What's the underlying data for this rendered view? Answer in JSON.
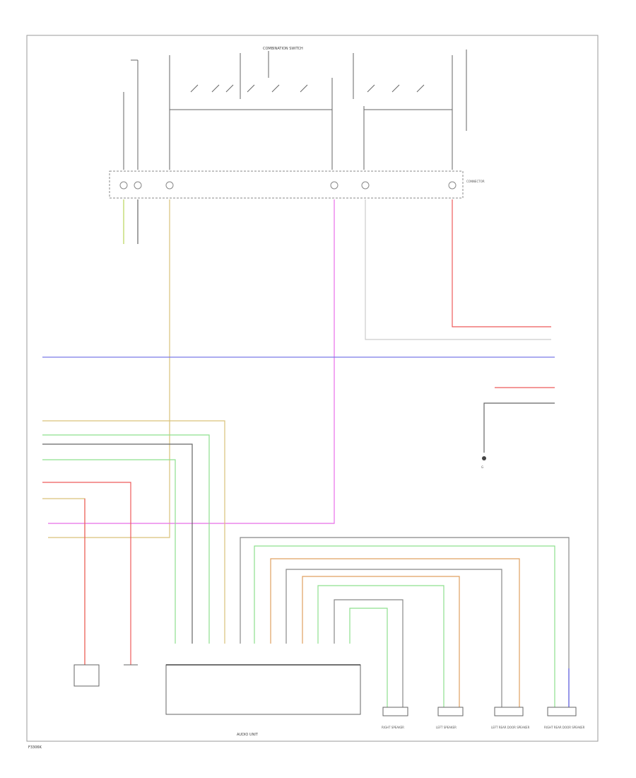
{
  "diagram": {
    "combination_switch_label": "COMBINATION SWITCH",
    "connector_label": "CONNECTOR",
    "footer_code": "F3306K",
    "left_speaker_tag": "LEFT SPEAKER",
    "right_speaker_tag": "RIGHT SPEAKER",
    "lrdoor_tag": "LEFT REAR DOOR SPEAKER",
    "rrdoor_tag": "RIGHT REAR DOOR SPEAKER",
    "audio_unit_tag": "AUDIO UNIT",
    "ground_tag": "G",
    "colors": {
      "frame": "#9a9a9a",
      "gray_wire": "#666666",
      "yellow_green": "#b9d65a",
      "tan": "#d9c27a",
      "magenta": "#e86ee8",
      "red": "#ee5a5a",
      "blue": "#7a7ae8",
      "green": "#8ee08e",
      "orange": "#e0a060"
    }
  }
}
